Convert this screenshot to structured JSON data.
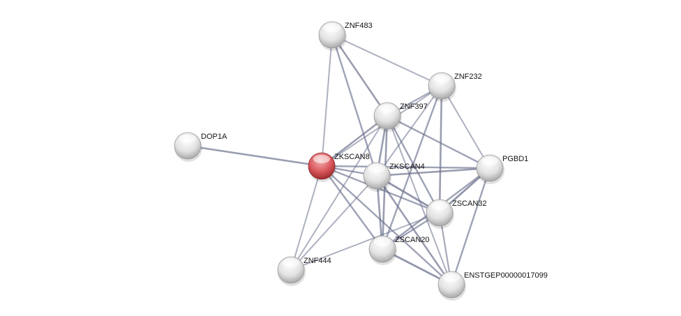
{
  "network": {
    "query_color": "#d9585c",
    "node_color": "#e6e6e6",
    "edge_color": "#6f7590",
    "nodes": [
      {
        "id": "ZNF483",
        "label": "ZNF483",
        "query": false
      },
      {
        "id": "ZNF232",
        "label": "ZNF232",
        "query": false
      },
      {
        "id": "ZNF397",
        "label": "ZNF397",
        "query": false
      },
      {
        "id": "DOP1A",
        "label": "DOP1A",
        "query": false
      },
      {
        "id": "ZKSCAN8",
        "label": "ZKSCAN8",
        "query": true
      },
      {
        "id": "ZKSCAN4",
        "label": "ZKSCAN4",
        "query": false
      },
      {
        "id": "PGBD1",
        "label": "PGBD1",
        "query": false
      },
      {
        "id": "ZSCAN32",
        "label": "ZSCAN32",
        "query": false
      },
      {
        "id": "ZSCAN20",
        "label": "ZSCAN20",
        "query": false
      },
      {
        "id": "ZNF444",
        "label": "ZNF444",
        "query": false
      },
      {
        "id": "ENSTGEP00000017099",
        "label": "ENSTGEP00000017099",
        "query": false
      }
    ],
    "edges": [
      [
        "ZNF483",
        "ZKSCAN8",
        0.5
      ],
      [
        "ZNF483",
        "ZNF397",
        0.8
      ],
      [
        "ZNF483",
        "ZKSCAN4",
        0.7
      ],
      [
        "ZNF483",
        "ZNF232",
        0.5
      ],
      [
        "ZNF232",
        "ZNF397",
        0.6
      ],
      [
        "ZNF232",
        "ZKSCAN8",
        0.5
      ],
      [
        "ZNF232",
        "ZKSCAN4",
        0.5
      ],
      [
        "ZNF232",
        "ZSCAN20",
        0.7
      ],
      [
        "ZNF232",
        "ZSCAN32",
        0.8
      ],
      [
        "ZNF232",
        "PGBD1",
        0.5
      ],
      [
        "ZNF397",
        "ZKSCAN8",
        0.8
      ],
      [
        "ZNF397",
        "ZKSCAN4",
        0.8
      ],
      [
        "ZNF397",
        "PGBD1",
        0.7
      ],
      [
        "ZNF397",
        "ZSCAN32",
        0.7
      ],
      [
        "ZNF397",
        "ZSCAN20",
        0.8
      ],
      [
        "ZNF397",
        "ENSTGEP00000017099",
        0.5
      ],
      [
        "ZNF397",
        "ZNF444",
        0.5
      ],
      [
        "DOP1A",
        "ZKSCAN8",
        0.8
      ],
      [
        "ZKSCAN8",
        "ZKSCAN4",
        0.7
      ],
      [
        "ZKSCAN8",
        "PGBD1",
        0.7
      ],
      [
        "ZKSCAN8",
        "ZSCAN32",
        0.7
      ],
      [
        "ZKSCAN8",
        "ZSCAN20",
        0.7
      ],
      [
        "ZKSCAN8",
        "ZNF444",
        0.5
      ],
      [
        "ZKSCAN8",
        "ENSTGEP00000017099",
        0.7
      ],
      [
        "ZKSCAN4",
        "PGBD1",
        0.8
      ],
      [
        "ZKSCAN4",
        "ZSCAN32",
        0.9
      ],
      [
        "ZKSCAN4",
        "ZSCAN20",
        0.8
      ],
      [
        "ZKSCAN4",
        "ENSTGEP00000017099",
        0.8
      ],
      [
        "ZKSCAN4",
        "ZNF444",
        0.5
      ],
      [
        "PGBD1",
        "ZSCAN32",
        0.9
      ],
      [
        "PGBD1",
        "ZSCAN20",
        0.7
      ],
      [
        "PGBD1",
        "ENSTGEP00000017099",
        0.7
      ],
      [
        "ZSCAN32",
        "ZSCAN20",
        0.7
      ],
      [
        "ZSCAN32",
        "ENSTGEP00000017099",
        0.6
      ],
      [
        "ZSCAN32",
        "ZNF444",
        0.5
      ],
      [
        "ZSCAN20",
        "ENSTGEP00000017099",
        0.9
      ]
    ]
  }
}
